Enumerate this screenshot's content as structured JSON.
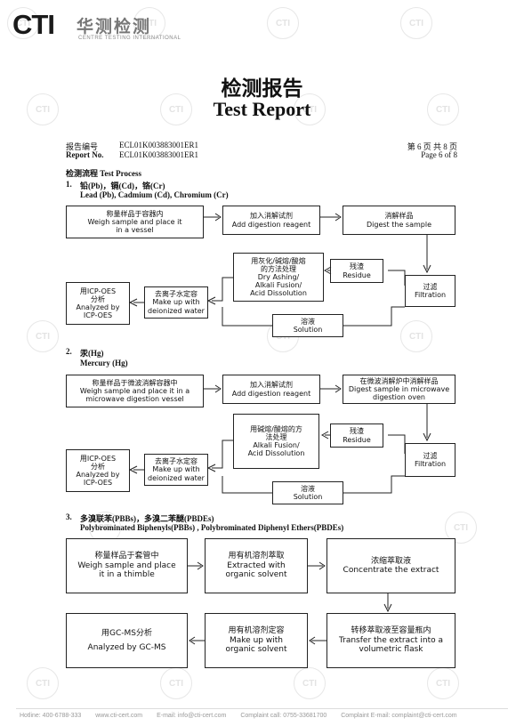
{
  "logo": {
    "brand": "CTI",
    "cn": "华测检测",
    "en": "CENTRE TESTING INTERNATIONAL"
  },
  "title": {
    "cn": "检测报告",
    "en": "Test Report"
  },
  "report": {
    "no_label_cn": "报告编号",
    "no_value": "ECL01K003883001ER1",
    "no_label_en": "Report No.",
    "no_value_en": "ECL01K003883001ER1",
    "page_cn": "第 6 页   共 8 页",
    "page_en": "Page 6 of 8"
  },
  "process": {
    "heading": "检测流程  Test Process"
  },
  "s1": {
    "num": "1.",
    "title_cn": "铅(Pb)，镉(Cd)，铬(Cr)",
    "title_en": "Lead (Pb), Cadmium (Cd), Chromium (Cr)",
    "b1": [
      "称量样品于容器内",
      "Weigh sample and place it",
      "in a vessel"
    ],
    "b2": [
      "加入消解试剂",
      "Add digestion reagent"
    ],
    "b3": [
      "消解样品",
      "Digest the sample"
    ],
    "b4": [
      "用灰化/碱熔/酸熔",
      "的方法处理",
      "Dry Ashing/",
      "Alkali Fusion/",
      "Acid Dissolution"
    ],
    "b5": [
      "残渣",
      "Residue"
    ],
    "b6": [
      "过滤",
      "Filtration"
    ],
    "b7": [
      "用ICP-OES",
      "分析",
      "Analyzed by",
      "ICP-OES"
    ],
    "b8": [
      "去离子水定容",
      "Make up with",
      "deionized water"
    ],
    "b9": [
      "溶液",
      "Solution"
    ]
  },
  "s2": {
    "num": "2.",
    "title_cn": "汞(Hg)",
    "title_en": "Mercury (Hg)",
    "b1": [
      "称量样品于微波消解容器中",
      "Weigh sample and place it in a",
      "microwave digestion vessel"
    ],
    "b2": [
      "加入消解试剂",
      "Add digestion reagent"
    ],
    "b3": [
      "在微波消解炉中消解样品",
      "Digest sample in microwave",
      "digestion oven"
    ],
    "b4": [
      "用碱熔/酸熔的方",
      "法处理",
      "Alkali Fusion/",
      "Acid Dissolution"
    ],
    "b5": [
      "残渣",
      "Residue"
    ],
    "b6": [
      "过滤",
      "Filtration"
    ],
    "b7": [
      "用ICP-OES",
      "分析",
      "Analyzed by",
      "ICP-OES"
    ],
    "b8": [
      "去离子水定容",
      "Make up with",
      "deionized water"
    ],
    "b9": [
      "溶液",
      "Solution"
    ]
  },
  "s3": {
    "num": "3.",
    "title_cn": "多溴联苯(PBBs)，多溴二苯醚(PBDEs)",
    "title_en": "Polybrominated Biphenyls(PBBs) , Polybrominated Diphenyl Ethers(PBDEs)",
    "b1": [
      "称量样品于套管中",
      "Weigh sample and place",
      "it in a thimble"
    ],
    "b2": [
      "用有机溶剂萃取",
      "Extracted with",
      "organic solvent"
    ],
    "b3": [
      "浓缩萃取液",
      "Concentrate the extract"
    ],
    "b4": [
      "用GC-MS分析",
      "Analyzed by GC-MS"
    ],
    "b5": [
      "用有机溶剂定容",
      "Make up with",
      "organic solvent"
    ],
    "b6": [
      "转移萃取液至容量瓶内",
      "Transfer the extract into a",
      "volumetric flask"
    ]
  },
  "footer": [
    "Hotline: 400-6788-333",
    "www.cti-cert.com",
    "E-mail: info@cti-cert.com",
    "Complaint call: 0755-33681700",
    "Complaint E-mail: complaint@cti-cert.com"
  ]
}
